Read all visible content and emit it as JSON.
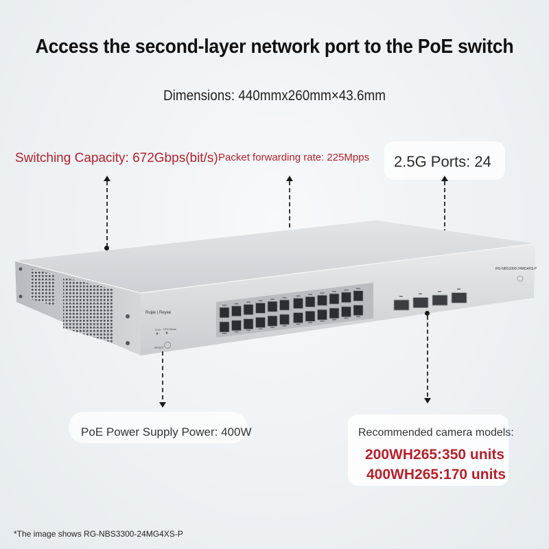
{
  "headline": "Access the second-layer network port to the PoE switch",
  "dimensions": "Dimensions: 440mmx260mm×43.6mm",
  "callouts": {
    "switching_capacity": "Switching Capacity: 672Gbps(bit/s)",
    "packet_forwarding": "Packet forwarding rate: 225Mpps",
    "ports": "2.5G Ports: 24",
    "poe_power": "PoE Power Supply Power: 400W",
    "recommended_title": "Recommended camera models:",
    "recommended_1": "200WH265:350 units",
    "recommended_2": "400WH265:170 units"
  },
  "device": {
    "model": "RG-NBS3300-24MG4XS-P",
    "brand": "Ruijie | Reyee",
    "led_labels": [
      "SYS",
      "LED Mode"
    ],
    "reset_label": "RESET",
    "port_count": 24,
    "sfp_count": 4
  },
  "footnote": "*The image shows RG-NBS3300-24MG4XS-P",
  "colors": {
    "accent_red": "#b8202a",
    "background": "#eef2f5",
    "chassis": "#d9dcdf"
  }
}
